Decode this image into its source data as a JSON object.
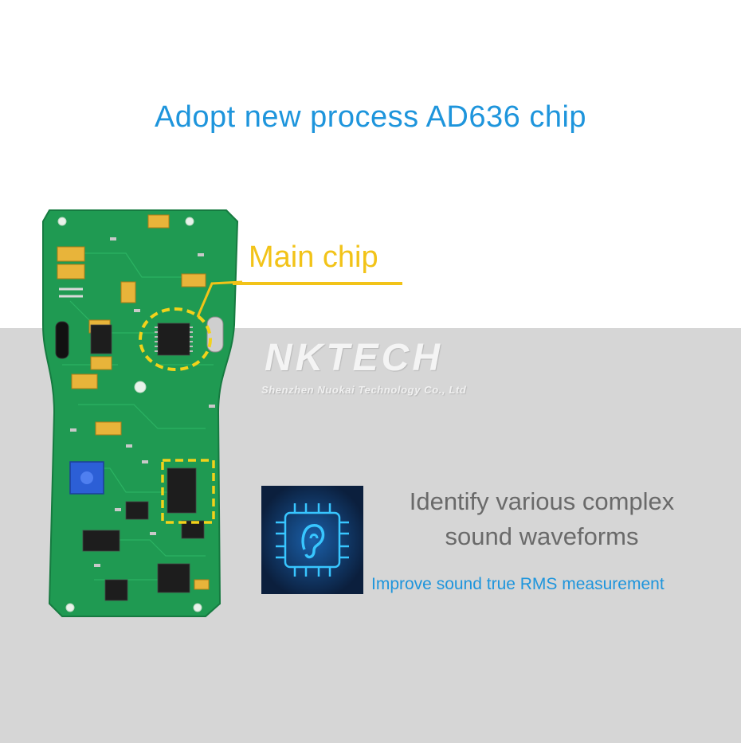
{
  "headline": "Adopt new process AD636 chip",
  "callout": {
    "label": "Main chip",
    "color": "#f2c318"
  },
  "watermark": {
    "logo": "NKTECH",
    "company": "Shenzhen Nuokai Technology Co., Ltd"
  },
  "feature": {
    "title_line_1": "Identify various complex",
    "title_line_2": "sound waveforms",
    "caption": "Improve sound true RMS measurement",
    "icon": "ear-chip-icon"
  },
  "colors": {
    "accent_blue": "#1e95dc",
    "callout_yellow": "#f2c318",
    "pcb_green": "#1f9a52",
    "lower_band_gray": "#d6d6d6",
    "icon_bg": "#0b1f3d",
    "icon_glow": "#38c6ff"
  }
}
